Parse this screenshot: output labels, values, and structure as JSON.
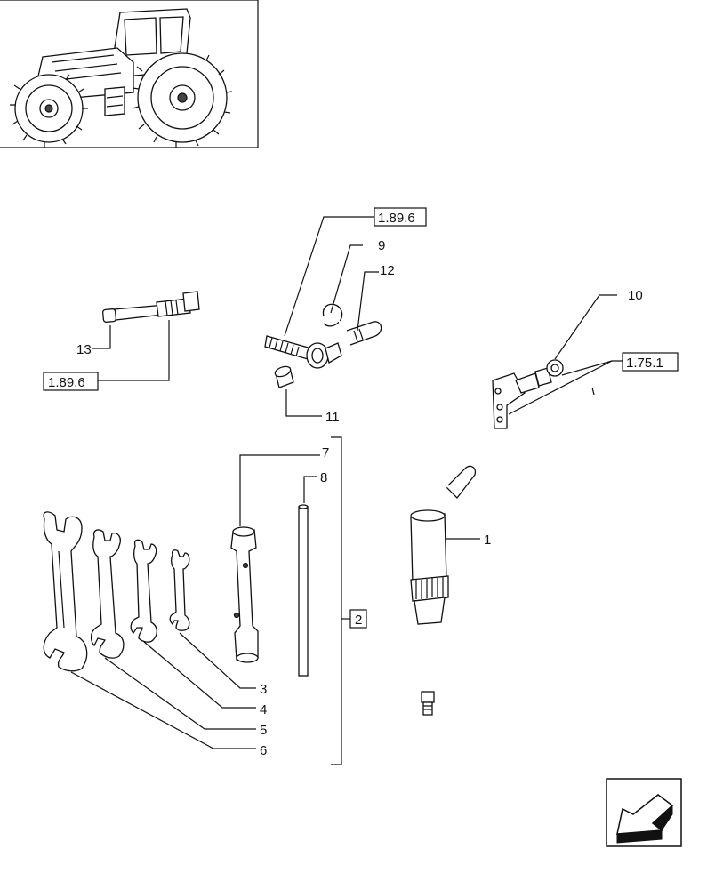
{
  "diagram": {
    "reference_boxes": {
      "ref_top": "1.89.6",
      "ref_left": "1.89.6",
      "ref_right": "1.75.1",
      "ref_kit": "2"
    },
    "callouts": {
      "c1": "1",
      "c3": "3",
      "c4": "4",
      "c5": "5",
      "c6": "6",
      "c7": "7",
      "c8": "8",
      "c9": "9",
      "c10": "10",
      "c11": "11",
      "c12": "12",
      "c13": "13"
    },
    "icons": {
      "thumbnail": "tractor-icon",
      "navigation": "previous-page-arrow-icon"
    }
  }
}
